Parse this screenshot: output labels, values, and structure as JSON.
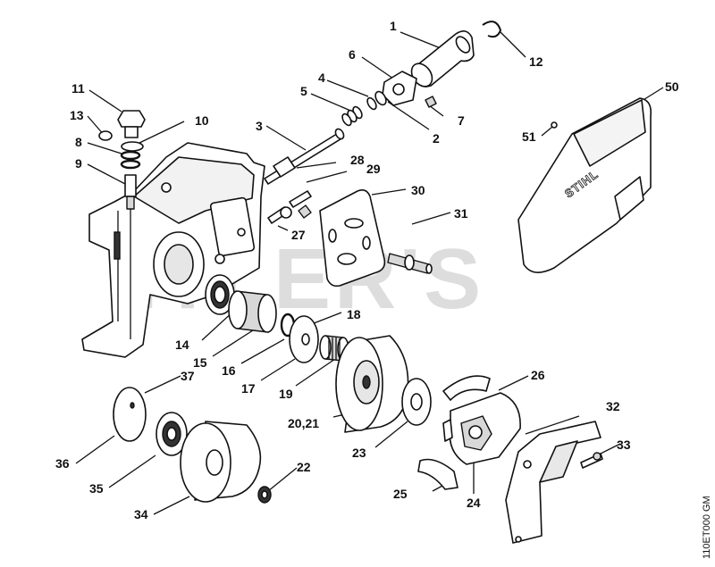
{
  "watermark": "ITLER'S",
  "side_code": "110ET000 GM",
  "cover_logo": "STIHL",
  "callouts": [
    {
      "id": "c1",
      "text": "1"
    },
    {
      "id": "c2",
      "text": "2"
    },
    {
      "id": "c3",
      "text": "3"
    },
    {
      "id": "c4",
      "text": "4"
    },
    {
      "id": "c5",
      "text": "5"
    },
    {
      "id": "c6",
      "text": "6"
    },
    {
      "id": "c7",
      "text": "7"
    },
    {
      "id": "c8",
      "text": "8"
    },
    {
      "id": "c9",
      "text": "9"
    },
    {
      "id": "c10",
      "text": "10"
    },
    {
      "id": "c11",
      "text": "11"
    },
    {
      "id": "c12",
      "text": "12"
    },
    {
      "id": "c13",
      "text": "13"
    },
    {
      "id": "c14",
      "text": "14"
    },
    {
      "id": "c15",
      "text": "15"
    },
    {
      "id": "c16",
      "text": "16"
    },
    {
      "id": "c17",
      "text": "17"
    },
    {
      "id": "c18",
      "text": "18"
    },
    {
      "id": "c19",
      "text": "19"
    },
    {
      "id": "c2021",
      "text": "20,21"
    },
    {
      "id": "c22",
      "text": "22"
    },
    {
      "id": "c23",
      "text": "23"
    },
    {
      "id": "c24",
      "text": "24"
    },
    {
      "id": "c25",
      "text": "25"
    },
    {
      "id": "c26",
      "text": "26"
    },
    {
      "id": "c27",
      "text": "27"
    },
    {
      "id": "c28",
      "text": "28"
    },
    {
      "id": "c29",
      "text": "29"
    },
    {
      "id": "c30",
      "text": "30"
    },
    {
      "id": "c31",
      "text": "31"
    },
    {
      "id": "c32",
      "text": "32"
    },
    {
      "id": "c33",
      "text": "33"
    },
    {
      "id": "c34",
      "text": "34"
    },
    {
      "id": "c35",
      "text": "35"
    },
    {
      "id": "c36",
      "text": "36"
    },
    {
      "id": "c37",
      "text": "37"
    },
    {
      "id": "c50",
      "text": "50"
    },
    {
      "id": "c51",
      "text": "51"
    }
  ]
}
